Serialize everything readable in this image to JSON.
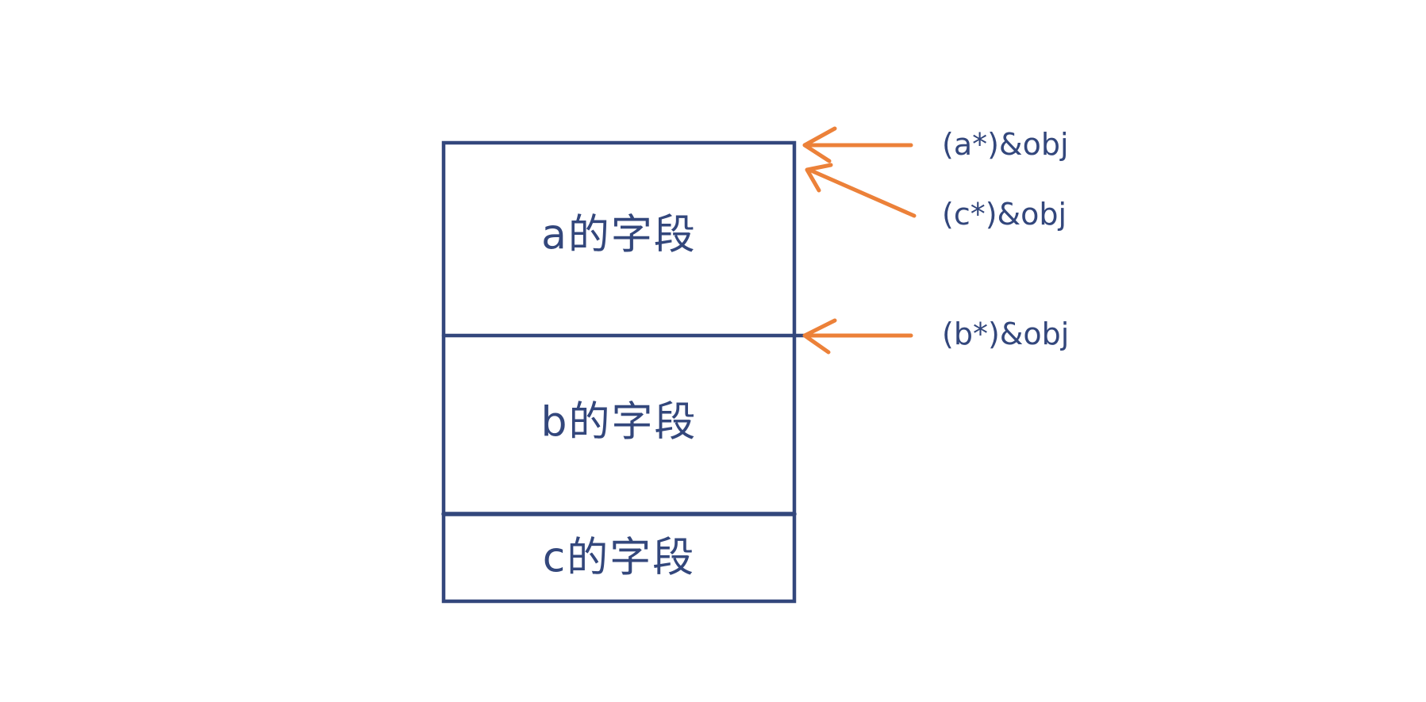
{
  "diagram": {
    "title": "object memory layout",
    "colors": {
      "background": "#ffffff",
      "stroke": "#33477c",
      "text": "#33477c",
      "arrow": "#ec8139"
    },
    "box": {
      "sections": [
        {
          "id": "a",
          "label": "a的字段"
        },
        {
          "id": "b",
          "label": "b的字段"
        },
        {
          "id": "c",
          "label": "c的字段"
        }
      ]
    },
    "pointers": [
      {
        "id": "a",
        "label": "(a*)&obj",
        "points_to": "top of box"
      },
      {
        "id": "c",
        "label": "(c*)&obj",
        "points_to": "top of box"
      },
      {
        "id": "b",
        "label": "(b*)&obj",
        "points_to": "divider between a and b sections"
      }
    ]
  }
}
